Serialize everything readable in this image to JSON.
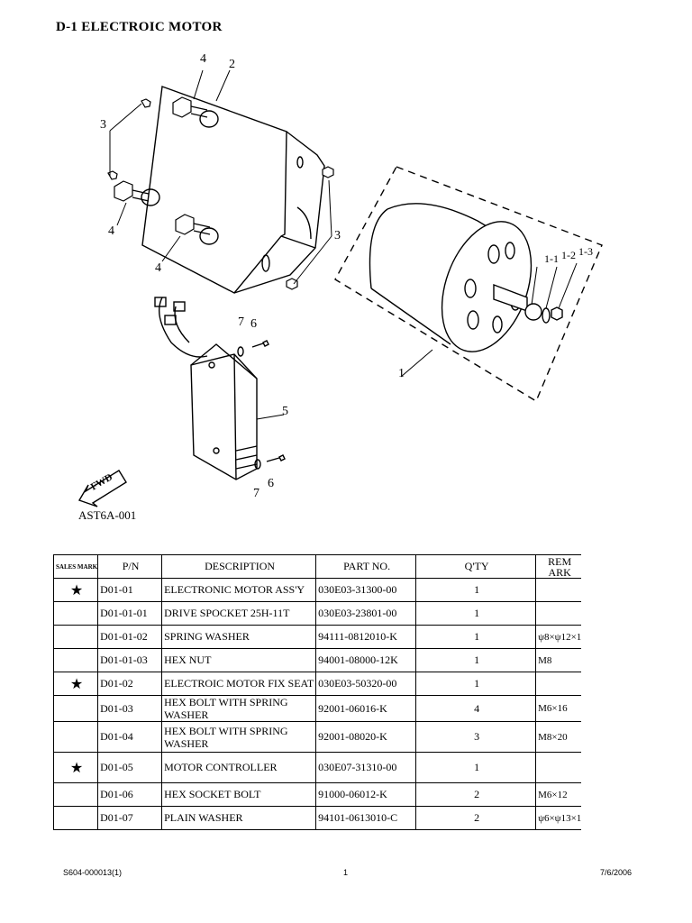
{
  "page_title": "D-1 ELECTROIC MOTOR",
  "diagram": {
    "callouts": [
      "4",
      "2",
      "3",
      "4",
      "4",
      "3",
      "7",
      "6",
      "5",
      "7",
      "6",
      "1",
      "1-1",
      "1-2",
      "1-3"
    ],
    "fwd_label": "FWD",
    "figure_code": "AST6A-001"
  },
  "table": {
    "headers": {
      "sales_mark": "SALES MARK",
      "pn": "P/N",
      "description": "DESCRIPTION",
      "part_no": "PART NO.",
      "qty": "Q'TY",
      "remark": "REM ARK"
    },
    "rows": [
      {
        "mark": "★",
        "pn": "D01-01",
        "description": "ELECTRONIC MOTOR ASS'Y",
        "part_no": "030E03-31300-00",
        "qty": "1",
        "remark": ""
      },
      {
        "mark": "",
        "pn": "D01-01-01",
        "description": "DRIVE SPOCKET 25H-11T",
        "part_no": "030E03-23801-00",
        "qty": "1",
        "remark": ""
      },
      {
        "mark": "",
        "pn": "D01-01-02",
        "description": "SPRING WASHER",
        "part_no": "94111-0812010-K",
        "qty": "1",
        "remark": "ψ8×ψ12×1"
      },
      {
        "mark": "",
        "pn": "D01-01-03",
        "description": "HEX NUT",
        "part_no": "94001-08000-12K",
        "qty": "1",
        "remark": "M8"
      },
      {
        "mark": "★",
        "pn": "D01-02",
        "description": "ELECTROIC MOTOR FIX SEAT",
        "part_no": "030E03-50320-00",
        "qty": "1",
        "remark": ""
      },
      {
        "mark": "",
        "pn": "D01-03",
        "description": "HEX BOLT WITH SPRING WASHER",
        "part_no": "92001-06016-K",
        "qty": "4",
        "remark": "M6×16"
      },
      {
        "mark": "",
        "pn": "D01-04",
        "description": "HEX BOLT WITH SPRING WASHER",
        "part_no": "92001-08020-K",
        "qty": "3",
        "remark": "M8×20"
      },
      {
        "mark": "★",
        "pn": "D01-05",
        "description": "MOTOR CONTROLLER",
        "part_no": "030E07-31310-00",
        "qty": "1",
        "remark": ""
      },
      {
        "mark": "",
        "pn": "D01-06",
        "description": "HEX SOCKET BOLT",
        "part_no": "91000-06012-K",
        "qty": "2",
        "remark": "M6×12"
      },
      {
        "mark": "",
        "pn": "D01-07",
        "description": "PLAIN WASHER",
        "part_no": "94101-0613010-C",
        "qty": "2",
        "remark": "ψ6×ψ13×1"
      }
    ]
  },
  "footer": {
    "doc_code": "S604-000013(1)",
    "page_number": "1",
    "date": "7/6/2006"
  }
}
